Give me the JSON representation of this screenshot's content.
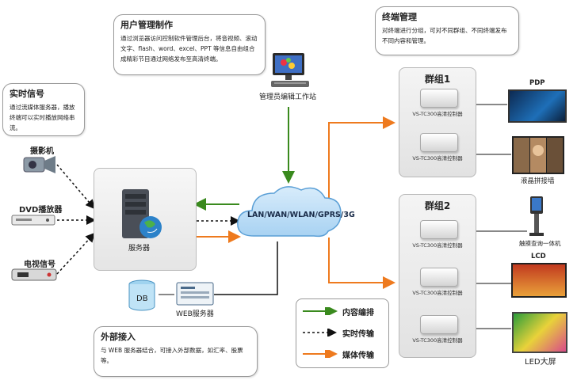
{
  "callouts": {
    "user_mgmt": {
      "title": "用户管理制作",
      "desc": "通过浏览器访问控制软件管理后台，将音视频、滚动文字、flash、word、excel、PPT 等信息自由组合成精彩节目通过网络发布至高清终端。"
    },
    "terminal_mgmt": {
      "title": "终端管理",
      "desc": "对终端进行分组，可对不同群组、不同终端发布不同内容和管理。"
    },
    "realtime": {
      "title": "实时信号",
      "desc": "通过流媒体服务器，播放终端可以实时播放网络串流。"
    },
    "external": {
      "title": "外部接入",
      "desc": "与 WEB 服务器结合，可接入外部数据，如汇率、股票等。"
    }
  },
  "nodes": {
    "workstation_label": "管理员编辑工作站",
    "server_label": "服务器",
    "db_label": "DB",
    "web_server_label": "WEB服务器",
    "network_label": "LAN/WAN/WLAN/GPRS/3G"
  },
  "sources": [
    "摄影机",
    "DVD播放器",
    "电视信号"
  ],
  "groups": [
    {
      "title": "群组1",
      "controllers": [
        "VS-TC300高清控制器",
        "VS-TC300高清控制器"
      ]
    },
    {
      "title": "群组2",
      "controllers": [
        "VS-TC300高清控制器",
        "VS-TC300高清控制器",
        "VS-TC300高清控制器"
      ]
    }
  ],
  "displays": [
    "PDP",
    "液晶拼接墙",
    "触摸查询一体机",
    "LCD",
    "LED大屏"
  ],
  "legend": [
    "内容编排",
    "实时传输",
    "媒体传输"
  ],
  "colors": {
    "content": "#3a8a1e",
    "realtime": "#111111",
    "media": "#ee7a1e"
  }
}
